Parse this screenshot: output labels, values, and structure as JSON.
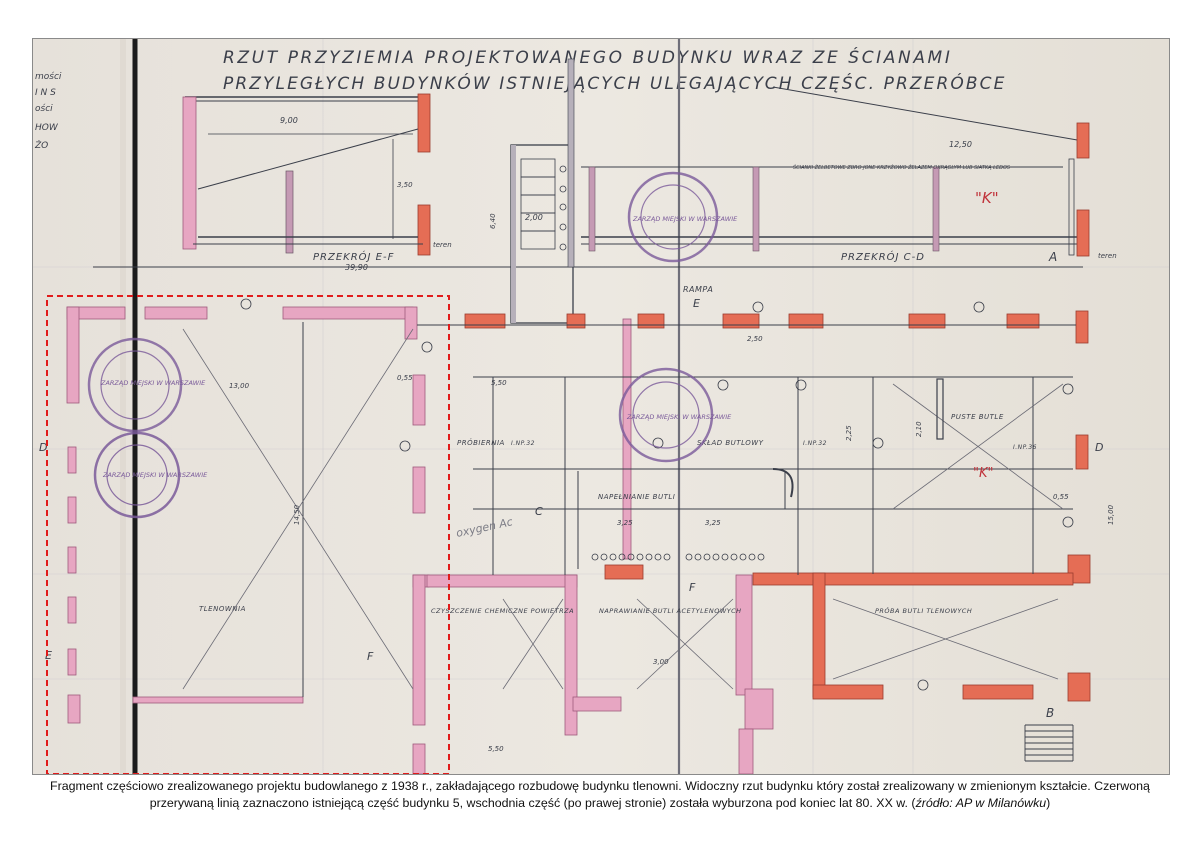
{
  "drawing": {
    "title_line1": "RZUT PRZYZIEMIA PROJEKTOWANEGO BUDYNKU WRAZ ZE ŚCIANAMI",
    "title_line2": "PRZYLEGŁYCH BUDYNKÓW ISTNIEJĄCYCH ULEGAJĄCYCH CZĘŚC. PRZERÓBCE",
    "left_margin_notes": [
      "mości",
      "I N S",
      "ości",
      "HOW",
      "ŻO"
    ],
    "section_ef_label": "PRZEKRÓJ E-F",
    "section_cd_label": "PRZEKRÓJ C-D",
    "teren_label": "teren",
    "dim_overall": "39,90",
    "dim_ef_span": "9,00",
    "dim_cd_span": "12,50",
    "dim_ef_height": "3,50",
    "dim_stair": "2,00",
    "dim_640": "6,40",
    "cd_note": "ŚCIANKI ŻELBETOWE ZBRO JONE KRZYŻOWO ŻELAZEM OKRĄGŁYM LUB SIATKĄ LEDOS",
    "mark_k": "\"K\"",
    "letter_a": "A",
    "letter_b": "B",
    "letter_c": "C",
    "letter_d": "D",
    "letter_e": "E",
    "letter_f": "F",
    "rampa_label": "RAMPA",
    "room_tlenownia": "TLENOWNIA",
    "room_probiernia": "PRÓBIERNIA",
    "room_napelnianie": "NAPEŁNIANIE BUTLI",
    "room_sklad": "SKŁAD BUTLOWY",
    "room_puste_butle": "PUSTE BUTLE",
    "room_czyszczenie": "CZYSZCZENIE CHEMICZNE POWIETRZA",
    "room_naprawianie": "NAPRAWIANIE BUTLI ACETYLENOWYCH",
    "room_proba": "PRÓBA BUTLI TLENOWYCH",
    "dim_1300": "13,00",
    "dim_1450": "14,50",
    "dim_550": "5,50",
    "dim_250": "2,50",
    "dim_325": "3,25",
    "dim_300": "3,00",
    "dim_1500": "15,00",
    "dim_225": "2,25",
    "dim_210": "2,10",
    "dim_055": "0,55",
    "ipn32": "I.NP.32",
    "ipn36": "I.NP.36",
    "stamp_text": "ZARZĄD MIEJSKI W WARSZAWIE",
    "pencil_note": "oxygen Ac"
  },
  "caption": {
    "text": "Fragment częściowo zrealizowanego projektu budowlanego z 1938 r., zakładającego rozbudowę budynku tlenowni. Widoczny rzut budynku który został zrealizowany w zmienionym kształcie. Czerwoną przerywaną linią zaznaczono istniejącą część budynku 5, wschodnia część (po prawej stronie) została wyburzona pod koniec lat 80. XX w. (",
    "source": "źródło: AP w Milanówku",
    "close": ")"
  },
  "colors": {
    "paper": "#e9e4dc",
    "pink_wall": "#e7a6c2",
    "red_wall": "#e56d55",
    "ink": "#3b3f4a",
    "stamp": "#7a5a9a",
    "dashed_outline": "#e11b1b"
  }
}
